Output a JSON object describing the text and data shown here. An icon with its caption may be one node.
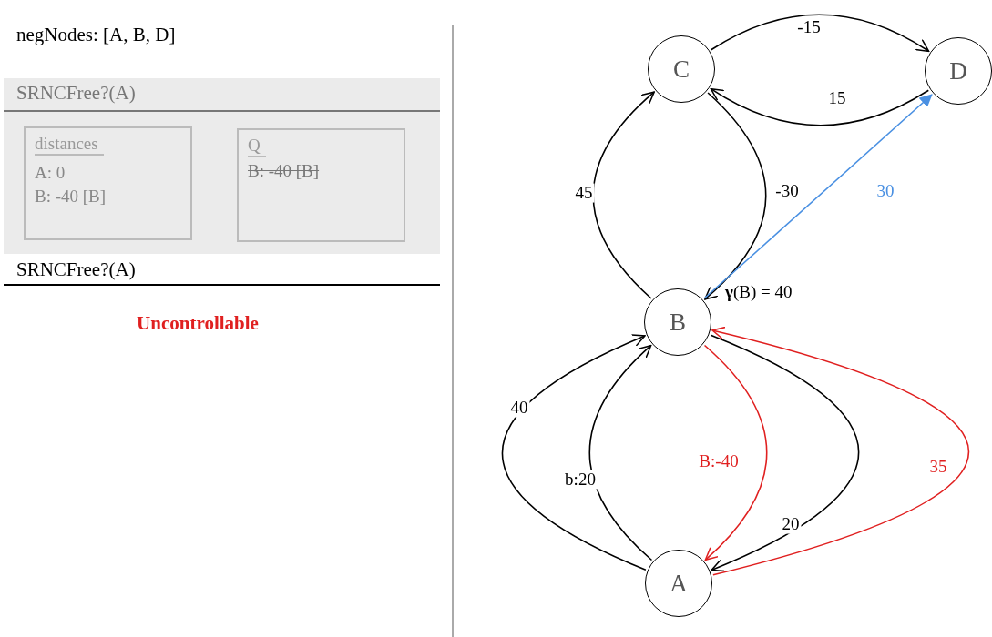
{
  "diagram": {
    "nodes": [
      {
        "text": [
          "C"
        ]
      },
      {
        "text": [
          "D"
        ]
      },
      {
        "text": [
          "B"
        ],
        "beside": [
          "**γ**(B) = 40"
        ]
      },
      {
        "text": [
          "A"
        ]
      },
      {
        "text": [
          "SRNCFree?(A)"
        ]
      },
      {
        "text": [
          "distances",
          "A: 0",
          "B: -40 [B]"
        ],
        "in": 4
      },
      {
        "text": [
          "Q",
          "B: -40 [B]"
        ],
        "in": 4
      }
    ],
    "edges": [
      {
        "from": 0,
        "to": 1,
        "arrow": "to",
        "label": "-15"
      },
      {
        "from": 1,
        "to": 0,
        "arrow": "to",
        "label": "15"
      },
      {
        "from": 2,
        "to": 0,
        "arrow": "to",
        "label": "45"
      },
      {
        "from": 0,
        "to": 2,
        "arrow": "to",
        "label": "-30"
      },
      {
        "from": 2,
        "to": 1,
        "arrow": "to",
        "label": "30",
        "color": "#4a90e2"
      },
      {
        "from": 3,
        "to": 2,
        "arrow": "to",
        "label": "40"
      },
      {
        "from": 3,
        "to": 2,
        "arrow": "to",
        "label": "b:20"
      },
      {
        "from": 2,
        "to": 3,
        "arrow": "to",
        "label": "B:-40",
        "color": "#e02020"
      },
      {
        "from": 2,
        "to": 3,
        "arrow": "to",
        "label": "20"
      },
      {
        "from": 3,
        "to": 2,
        "arrow": "to",
        "label": "35",
        "color": "#e02020"
      }
    ],
    "labels": [
      "negNodes: [A, B, D]",
      "SRNCFree?(A)",
      "Uncontrollable"
    ]
  }
}
